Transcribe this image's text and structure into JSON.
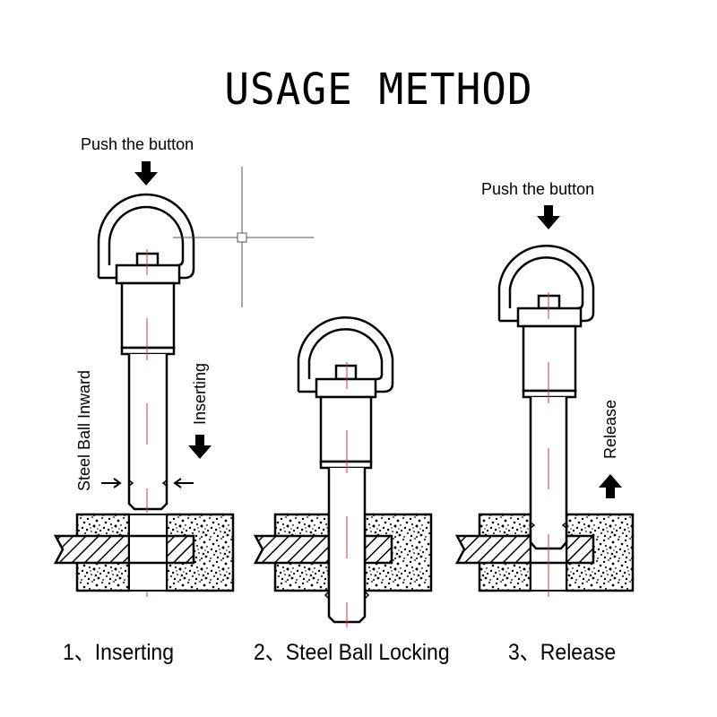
{
  "title": "USAGE METHOD",
  "labels": {
    "push_button_1": "Push the button",
    "push_button_3": "Push the button",
    "steel_ball_inward": "Steel Ball Inward",
    "inserting": "Inserting",
    "release": "Release"
  },
  "captions": [
    "1、Inserting",
    "2、Steel Ball Locking",
    "3、Release"
  ],
  "colors": {
    "line": "#000000",
    "centerline": "#d23a3a",
    "cursor": "#555555"
  }
}
